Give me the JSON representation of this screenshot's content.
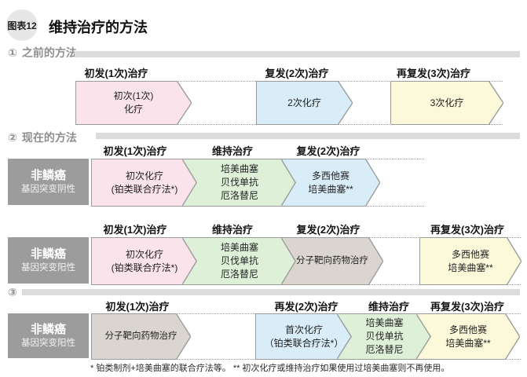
{
  "figure": {
    "badge": "图表12",
    "title": "维持治疗的方法"
  },
  "colors": {
    "pink": "#fae3ea",
    "blue": "#d9edf8",
    "green": "#def0d8",
    "yellow": "#fbf9d9",
    "tan": "#dbd5d0",
    "side": "#9c9c9c",
    "bar": "#dcdcdc"
  },
  "sections": [
    {
      "number": "①",
      "label": "之前的方法",
      "rows": [
        {
          "headers": [
            "初发(1次)治疗",
            "复发(2次)治疗",
            "再复发(3次)治疗"
          ],
          "arrows": [
            {
              "lines": [
                "初次(1次)",
                "化疗"
              ]
            },
            {
              "lines": [
                "2次化疗"
              ]
            },
            {
              "lines": [
                "3次化疗"
              ]
            }
          ]
        }
      ]
    },
    {
      "number": "②",
      "label": "现在的方法",
      "rows": [
        {
          "side_label": [
            "非鳞癌",
            "基因突变阴性"
          ],
          "headers": [
            "初发(1次)治疗",
            "维持治疗",
            "复发(2次)治疗"
          ],
          "arrows": [
            {
              "lines": [
                "初次化疗",
                "(铂类联合疗法*)"
              ]
            },
            {
              "lines": [
                "培美曲塞",
                "贝伐单抗",
                "厄洛替尼"
              ]
            },
            {
              "lines": [
                "多西他赛",
                "培美曲塞**"
              ]
            }
          ]
        },
        {
          "side_label": [
            "非鳞癌",
            "基因突变阳性"
          ],
          "headers": [
            "初发(1次)治疗",
            "维持治疗",
            "复发(2次)治疗",
            "再复发(3次)治疗"
          ],
          "arrows": [
            {
              "lines": [
                "初次化疗",
                "(铂类联合疗法*)"
              ]
            },
            {
              "lines": [
                "培美曲塞",
                "贝伐单抗",
                "厄洛替尼"
              ]
            },
            {
              "lines": [
                "分子靶向药物治疗"
              ]
            },
            {
              "lines": [
                "多西他赛",
                "培美曲塞**"
              ]
            }
          ]
        }
      ]
    },
    {
      "number": "③",
      "label": "",
      "rows": [
        {
          "side_label": [
            "非鳞癌",
            "基因突变阳性"
          ],
          "headers": [
            "初发(1次)治疗",
            "再发(2次)治疗",
            "维持治疗",
            "再复发(3次)治疗"
          ],
          "arrows": [
            {
              "lines": [
                "分子靶向药物治疗"
              ]
            },
            {
              "lines": [
                "首次化疗",
                "（铂类联合疗法*）"
              ]
            },
            {
              "lines": [
                "培美曲塞",
                "贝伐单抗",
                "厄洛替尼"
              ]
            },
            {
              "lines": [
                "多西他赛",
                "培美曲塞**"
              ]
            }
          ]
        }
      ]
    }
  ],
  "footnote": "* 铂类制剂+培美曲塞的联合疗法等。  ** 初次化疗或维持治疗如果使用过培美曲塞则不再使用。"
}
